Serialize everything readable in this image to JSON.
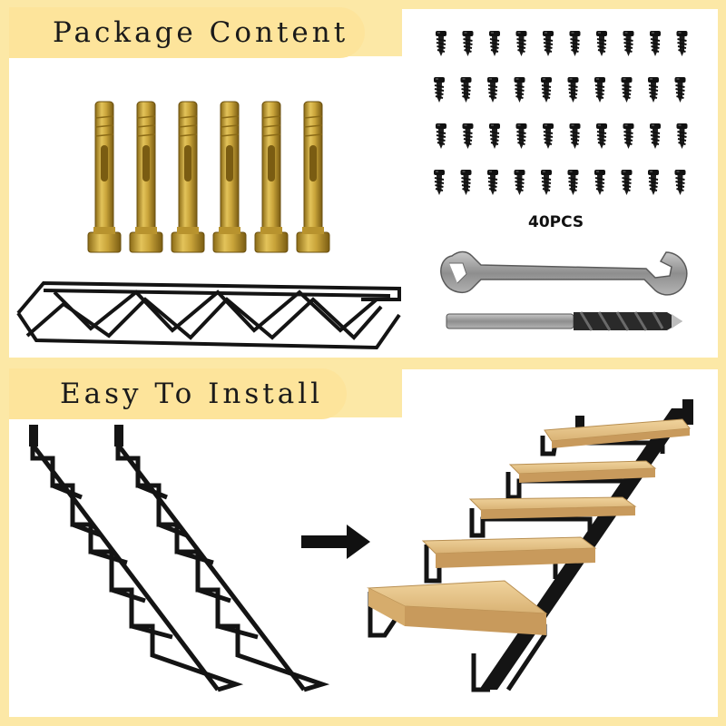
{
  "headings": {
    "package_content": "Package Content",
    "easy_to_install": "Easy To Install"
  },
  "screws": {
    "count_label": "40PCS",
    "rows": 4,
    "columns": 10
  },
  "anchor_bolts": {
    "count": 6
  },
  "colors": {
    "background": "#fce8a6",
    "banner": "#fde49b",
    "metal_black": "#141414",
    "brass": "#c9a43a",
    "wood": "#e8c88c",
    "steel": "#9a9a9a"
  }
}
